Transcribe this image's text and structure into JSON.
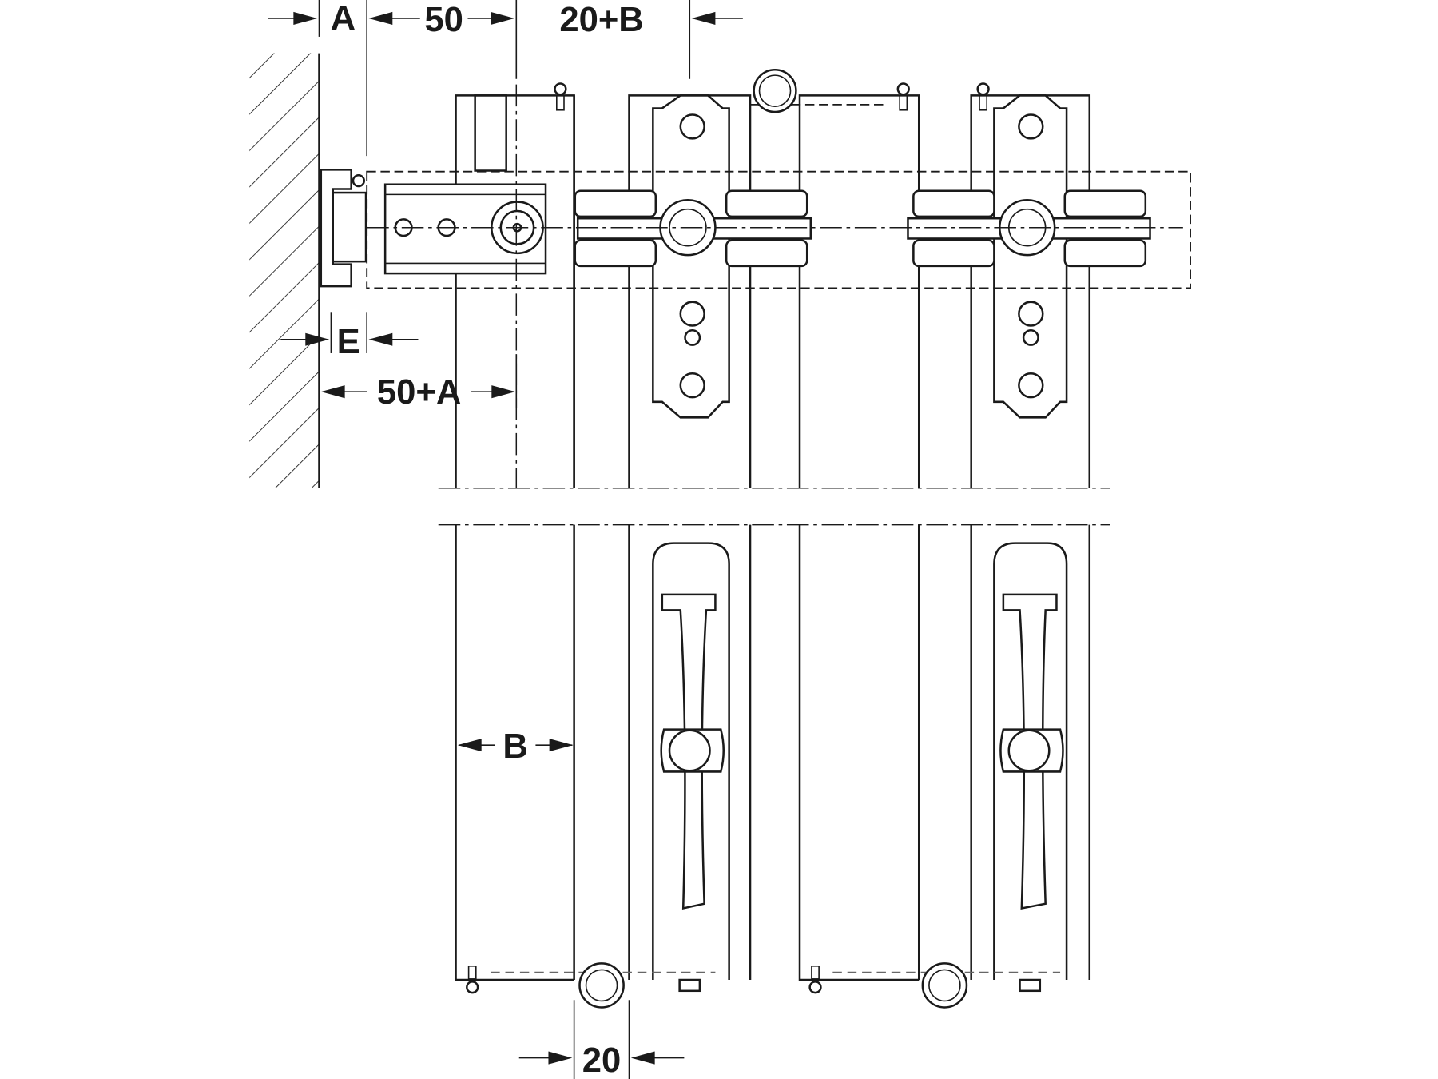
{
  "diagram": {
    "title": "Sliding door top and bottom running gear dimensioned drawing",
    "line_color": "#1a1a1a",
    "background": "#ffffff",
    "dimensions": {
      "a": "A",
      "fifty": "50",
      "twenty_b": "20+B",
      "e": "E",
      "fifty_a": "50+A",
      "b": "B",
      "twenty": "20"
    },
    "components": [
      "wall",
      "track-profile",
      "end-stop",
      "roller-carriage-1",
      "roller-carriage-2",
      "door-panel-1",
      "door-panel-2",
      "door-guide-1",
      "door-guide-2",
      "floor-guide-1",
      "floor-guide-2"
    ]
  }
}
